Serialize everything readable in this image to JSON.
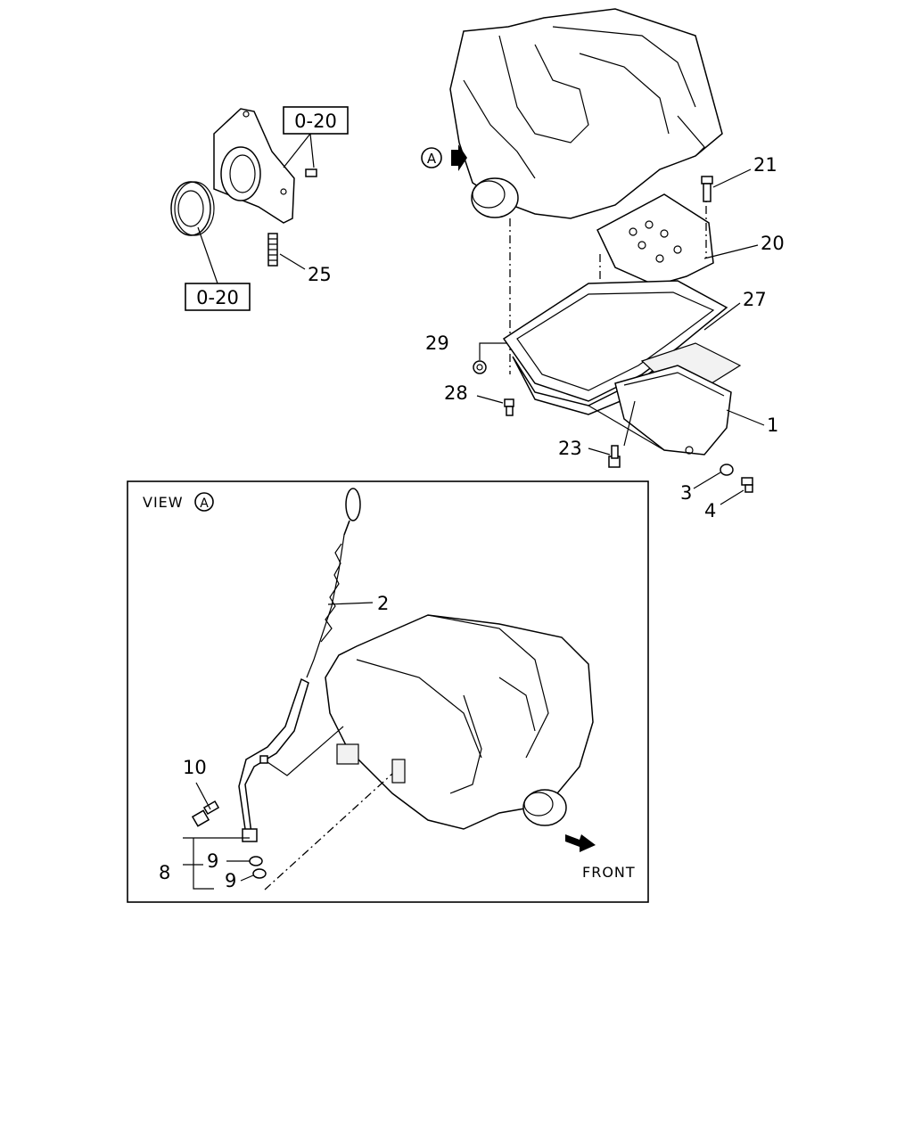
{
  "callouts": {
    "p1": "1",
    "p2": "2",
    "p3": "3",
    "p4": "4",
    "p8": "8",
    "p9a": "9",
    "p9b": "9",
    "p10": "10",
    "p20": "20",
    "p21": "21",
    "p23": "23",
    "p25": "25",
    "p27": "27",
    "p28": "28",
    "p29": "29"
  },
  "refs": {
    "top": "0-20",
    "bottom": "0-20"
  },
  "view_marker": "A",
  "inset": {
    "view_label": "VIEW",
    "view_marker": "A",
    "front_label": "FRONT"
  }
}
